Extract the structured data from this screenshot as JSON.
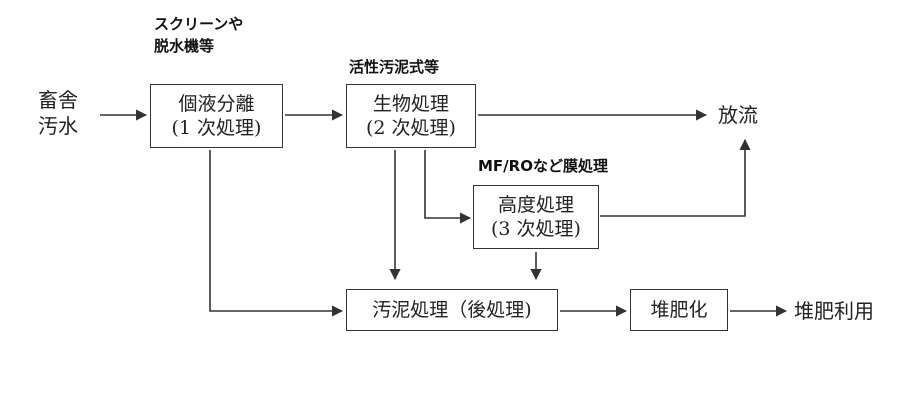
{
  "input": {
    "line1": "畜舎",
    "line2": "汚水"
  },
  "notes": {
    "stage1_line1": "スクリーンや",
    "stage1_line2": "脱水機等",
    "stage2": "活性汚泥式等",
    "stage3": "MF/ROなど膜処理"
  },
  "boxes": {
    "separation": {
      "line1": "個液分離",
      "line2": "(1 次処理)"
    },
    "biological": {
      "line1": "生物処理",
      "line2": "(2 次処理)"
    },
    "advanced": {
      "line1": "高度処理",
      "line2": "(3 次処理)"
    },
    "sludge": {
      "label": "汚泥処理（後処理)"
    },
    "compost": {
      "label": "堆肥化"
    }
  },
  "outputs": {
    "discharge": "放流",
    "compost_use": "堆肥利用"
  },
  "colors": {
    "line": "#333333",
    "text": "#222222",
    "background": "#ffffff"
  }
}
